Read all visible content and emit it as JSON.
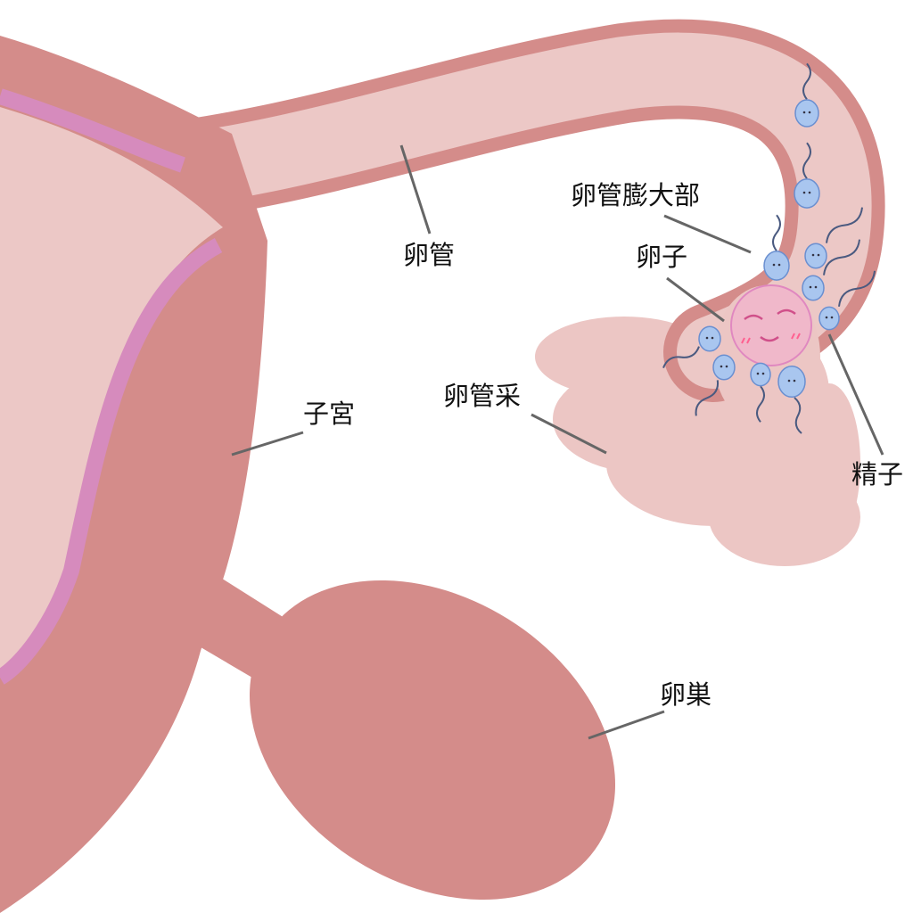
{
  "labels": {
    "oviduct": "卵管",
    "ampulla": "卵管膨大部",
    "egg": "卵子",
    "fimbriae": "卵管采",
    "uterus": "子宮",
    "sperm": "精子",
    "ovary": "卵巣"
  },
  "colors": {
    "wall": "#d48c8a",
    "lumen": "#ecc8c6",
    "lining": "#d68bbd",
    "egg_fill": "#f0b8ca",
    "egg_stroke": "#e088c0",
    "sperm_fill": "#a9c6ef",
    "sperm_stroke": "#6a8fd0",
    "leader": "#666666"
  }
}
